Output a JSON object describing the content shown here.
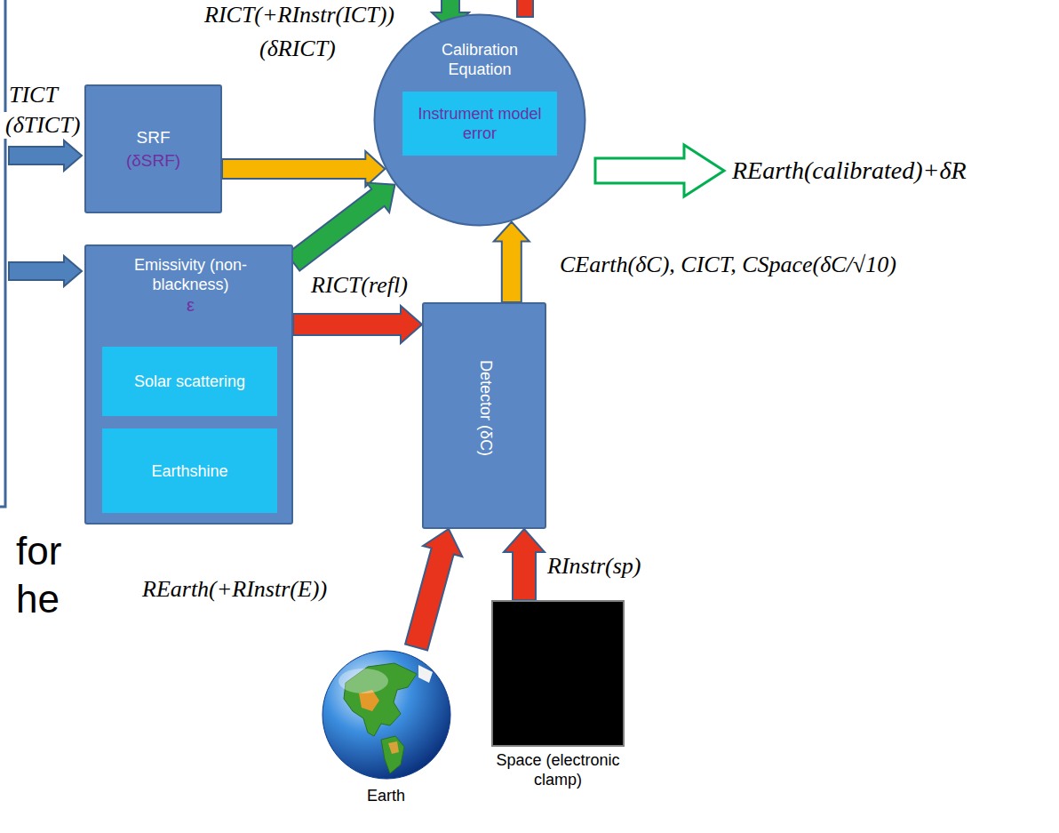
{
  "diagram": {
    "nodes": [
      {
        "text": [
          "SRF",
          "(δSRF)"
        ]
      },
      {
        "text": [
          "Calibration Equation"
        ]
      },
      {
        "text": [
          "Instrument model error"
        ],
        "in": 1
      },
      {
        "text": [
          "Emissivity (non-blackness)",
          "ε"
        ]
      },
      {
        "text": [
          "Solar scattering"
        ],
        "in": 3
      },
      {
        "text": [
          "Earthshine"
        ],
        "in": 3
      },
      {
        "text": [
          "Detector (δC)"
        ]
      },
      {
        "text": [
          "Earth"
        ]
      },
      {
        "text": [
          "Space (electronic clamp)"
        ]
      }
    ],
    "edges": [
      {
        "from": 0,
        "to": 1,
        "arrow": "to"
      },
      {
        "from": 3,
        "to": 1,
        "arrow": "to",
        "label": "RICT(refl)"
      },
      {
        "from": 3,
        "to": 6,
        "arrow": "to"
      },
      {
        "from": 6,
        "to": 1,
        "arrow": "to",
        "label": "CEarth(δC), CICT, CSpace(δC/√10)"
      },
      {
        "from": 7,
        "to": 6,
        "arrow": "to",
        "label": "REarth(+RInstr(E))"
      },
      {
        "from": 8,
        "to": 6,
        "arrow": "to",
        "label": "RInstr(sp)"
      }
    ],
    "labels": [
      "RICT(+RInstr(ICT))",
      "(δRICT)",
      "TICT",
      "(δTICT)",
      "REarth(calibrated)+δR",
      "for",
      "he"
    ]
  }
}
